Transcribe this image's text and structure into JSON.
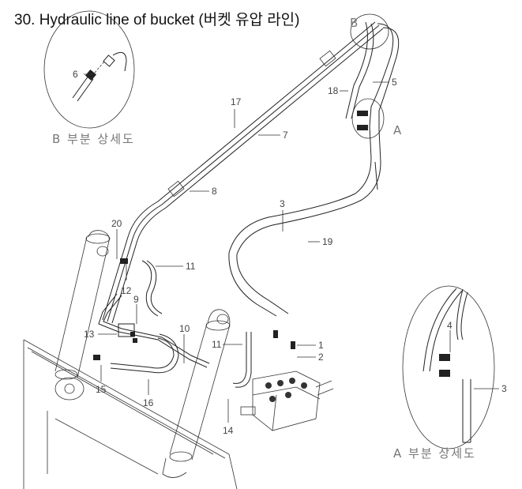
{
  "title": "30. Hydraulic line of bucket (버켓 유압 라인)",
  "detail_views": {
    "b_marker": "B",
    "a_marker": "A",
    "b_caption": "B 부분 상세도",
    "a_caption": "A 부분 상세도"
  },
  "part_labels": {
    "p1": "1",
    "p2": "2",
    "p3": "3",
    "p3b": "3",
    "p4": "4",
    "p5": "5",
    "p6": "6",
    "p7": "7",
    "p8": "8",
    "p9": "9",
    "p10": "10",
    "p11": "11",
    "p11b": "11",
    "p12": "12",
    "p13": "13",
    "p14": "14",
    "p15": "15",
    "p16": "16",
    "p17": "17",
    "p18": "18",
    "p19": "19",
    "p20": "20"
  }
}
